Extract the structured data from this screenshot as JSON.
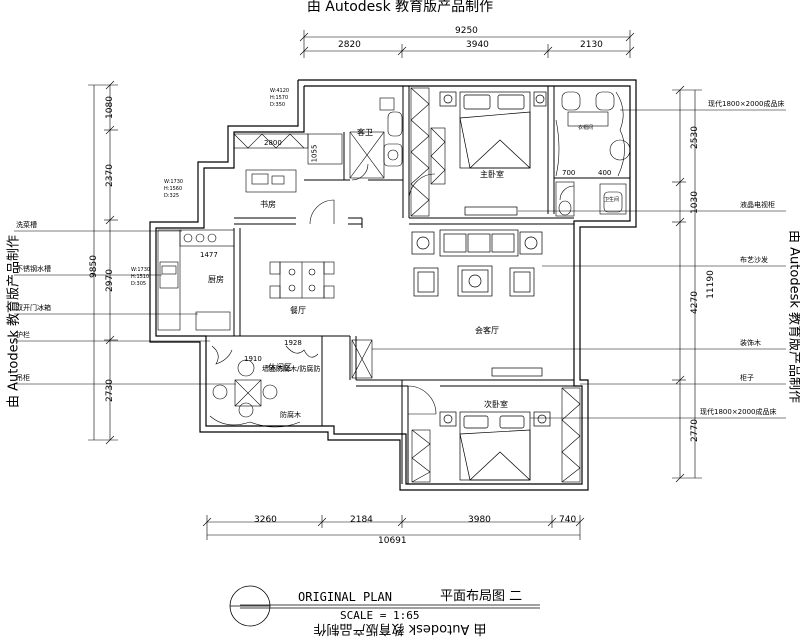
{
  "watermark": "由 Autodesk 教育版产品制作",
  "dims": {
    "top_total": "9250",
    "top_segments": [
      "2820",
      "3940",
      "2130"
    ],
    "bottom_segments": [
      "3260",
      "2184",
      "3980",
      "740"
    ],
    "bottom_total": "10691",
    "left_segments": [
      "1080",
      "2370",
      "2970",
      "2730"
    ],
    "left_total": "9850",
    "right_segments": [
      "2530",
      "1030",
      "4270",
      "2770"
    ],
    "right_total": "11190"
  },
  "rooms": {
    "guest_wc": "客卫",
    "master_bedroom": "主卧室",
    "study": "书房",
    "kitchen": "厨房",
    "dining": "餐厅",
    "living": "会客厅",
    "leisure": "休闲区",
    "second_bedroom": "次卧室",
    "closet": "衣帽间",
    "wc_small": "卫生间"
  },
  "left_notes": [
    "洗菜槽",
    "不锈钢水槽",
    "双开门冰箱",
    "护栏",
    "吊柜"
  ],
  "right_notes": [
    "现代1800×2000成品床",
    "液晶电视柜",
    "布艺沙发",
    "装饰木",
    "柜子",
    "现代1800×2000成品床"
  ],
  "interior_notes": {
    "wall_note": "墙面防腐木/防腐防",
    "floor_note": "防腐木",
    "study_small": [
      "W:4120",
      "H:1570",
      "D:350"
    ],
    "study_small_2": [
      "W:1730",
      "H:1560",
      "D:325"
    ],
    "kitchen_small": [
      "W:1730",
      "H:1510",
      "D:305"
    ],
    "study_dim": "2800",
    "kitchen_dim": "1477",
    "dining_dim": "1928",
    "leisure_dim": "1910",
    "mb_dim": "700",
    "wc_dim": "400",
    "study_top_dim": "1055"
  },
  "title": {
    "en": "ORIGINAL PLAN",
    "cn": "平面布局图 二",
    "scale": "SCALE = 1:65"
  }
}
